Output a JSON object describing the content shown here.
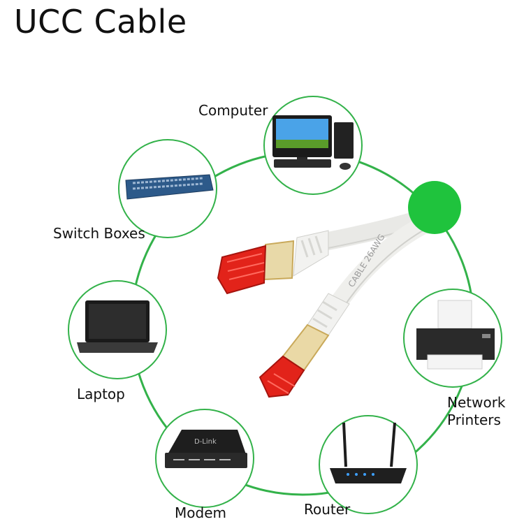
{
  "title": "UCC Cable",
  "nodes": {
    "computer": "Computer",
    "switch": "Switch Boxes",
    "laptop": "Laptop",
    "modem": "Modem",
    "router": "Router",
    "printer_line1": "Network",
    "printer_line2": "Printers"
  },
  "device_text": {
    "modem_brand": "D-Link",
    "cable_print": "CABLE 26AWG"
  },
  "colors": {
    "ring": "#33b24a",
    "hub_dot": "#1fc33d",
    "connector": "#e2231a"
  }
}
